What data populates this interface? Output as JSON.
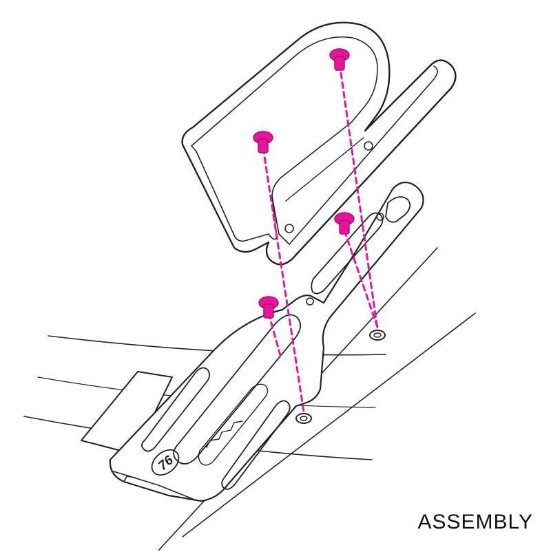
{
  "caption": "ASSEMBLY",
  "bracket_badge": "76",
  "colors": {
    "line": "#222222",
    "fill": "#ffffff",
    "screw": "#e6159b",
    "screw_dark": "#a80f71",
    "guide": "#e6159b"
  },
  "icons": [
    "screw-icon",
    "washer-icon",
    "bottle-cage",
    "mount-bracket",
    "frame-tube"
  ]
}
